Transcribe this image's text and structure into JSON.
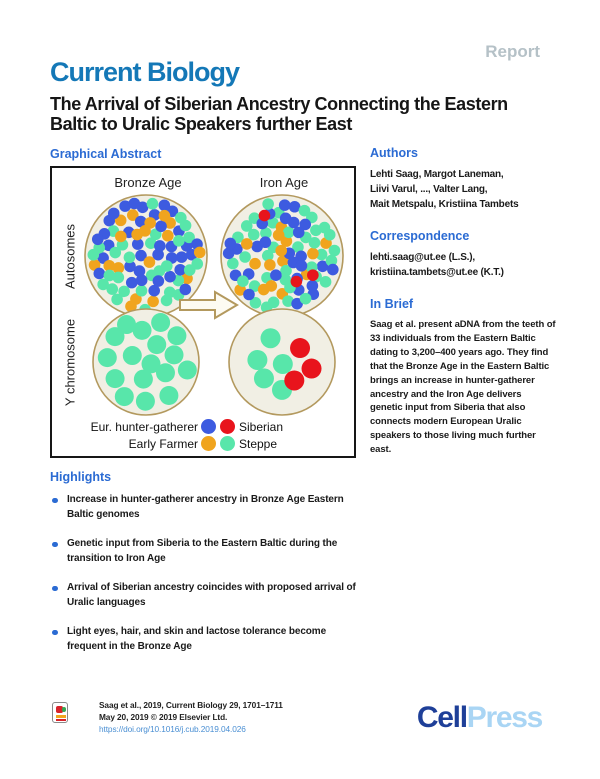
{
  "page": {
    "report_label": "Report",
    "journal": "Current Biology",
    "title": "The Arrival of Siberian Ancestry Connecting the Eastern Baltic to Uralic Speakers further East"
  },
  "graphical_abstract": {
    "heading": "Graphical Abstract",
    "col_labels": {
      "bronze": "Bronze Age",
      "iron": "Iron Age"
    },
    "row_labels": {
      "autosomes": "Autosomes",
      "y_chromosome": "Y chromosome"
    },
    "palette": {
      "hg": "#3D5BE0",
      "sib": "#E8141C",
      "ef": "#F0A41E",
      "st": "#58E6AA"
    },
    "legend": {
      "items": [
        {
          "label": "Eur. hunter-gatherer",
          "key": "hg"
        },
        {
          "label": "Siberian",
          "key": "sib"
        },
        {
          "label": "Early Farmer",
          "key": "ef"
        },
        {
          "label": "Steppe",
          "key": "st"
        }
      ]
    },
    "circles": {
      "autosomes_bronze": {
        "hg": 36,
        "st": 30,
        "ef": 18,
        "sib": 0
      },
      "autosomes_iron": {
        "hg": 28,
        "st": 38,
        "ef": 15,
        "sib": 3
      },
      "y_bronze": {
        "hg": 0,
        "st": 17,
        "ef": 0,
        "sib": 0
      },
      "y_iron": {
        "hg": 0,
        "st": 5,
        "ef": 0,
        "sib": 3
      }
    },
    "circle_style": {
      "fill": "#f1efe4",
      "stroke": "#b3995e"
    },
    "arrow_color": "#b3995e"
  },
  "authors": {
    "heading": "Authors",
    "lines": [
      "Lehti Saag, Margot Laneman,",
      "Liivi Varul, ..., Valter Lang,",
      "Mait Metspalu, Kristiina Tambets"
    ]
  },
  "correspondence": {
    "heading": "Correspondence",
    "lines": [
      "lehti.saag@ut.ee (L.S.),",
      "kristiina.tambets@ut.ee (K.T.)"
    ]
  },
  "in_brief": {
    "heading": "In Brief",
    "text": "Saag et al. present aDNA from the teeth of 33 individuals from the Eastern Baltic dating to 3,200–400 years ago. They find that the Bronze Age in the Eastern Baltic brings an increase in hunter-gatherer ancestry and the Iron Age delivers genetic input from Siberia that also connects modern European Uralic speakers to those living much further east."
  },
  "highlights": {
    "heading": "Highlights",
    "items": [
      "Increase in hunter-gatherer ancestry in Bronze Age Eastern Baltic genomes",
      "Genetic input from Siberia to the Eastern Baltic during the transition to Iron Age",
      "Arrival of Siberian ancestry coincides with proposed arrival of Uralic languages",
      "Light eyes, hair, and skin and lactose tolerance become frequent in the Bronze Age"
    ]
  },
  "footer": {
    "citation_line1": "Saag et al., 2019, Current Biology 29, 1701–1711",
    "citation_line2": "May 20, 2019 © 2019 Elsevier Ltd.",
    "doi": "https://doi.org/10.1016/j.cub.2019.04.026",
    "publisher_part1": "Cell",
    "publisher_part2": "Press"
  }
}
